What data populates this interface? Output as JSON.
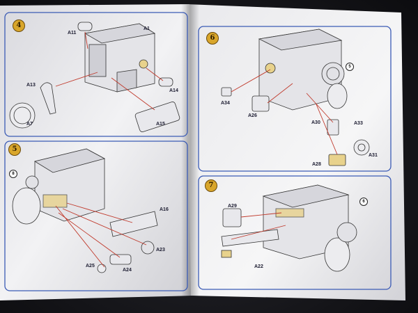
{
  "photo": {
    "description_colors": {
      "background": "#16161a",
      "paper": "#f1f1f3",
      "panel_border": "#3b5bb5",
      "leader_line": "#c0392b",
      "step_badge": "#d9a62b",
      "part_highlight": "#e8d28c"
    }
  },
  "panels": [
    {
      "step": "4",
      "labels": [
        "A11",
        "A1",
        "A13",
        "A7",
        "A14",
        "A15"
      ]
    },
    {
      "step": "6",
      "ref_mark": "5",
      "labels": [
        "A34",
        "A26",
        "A30",
        "A33",
        "A31",
        "A28"
      ]
    },
    {
      "step": "5",
      "ref_mark": "8",
      "labels": [
        "A16",
        "A23",
        "A25",
        "A24"
      ]
    },
    {
      "step": "7",
      "ref_mark": "6",
      "labels": [
        "A29",
        "A22"
      ]
    }
  ]
}
